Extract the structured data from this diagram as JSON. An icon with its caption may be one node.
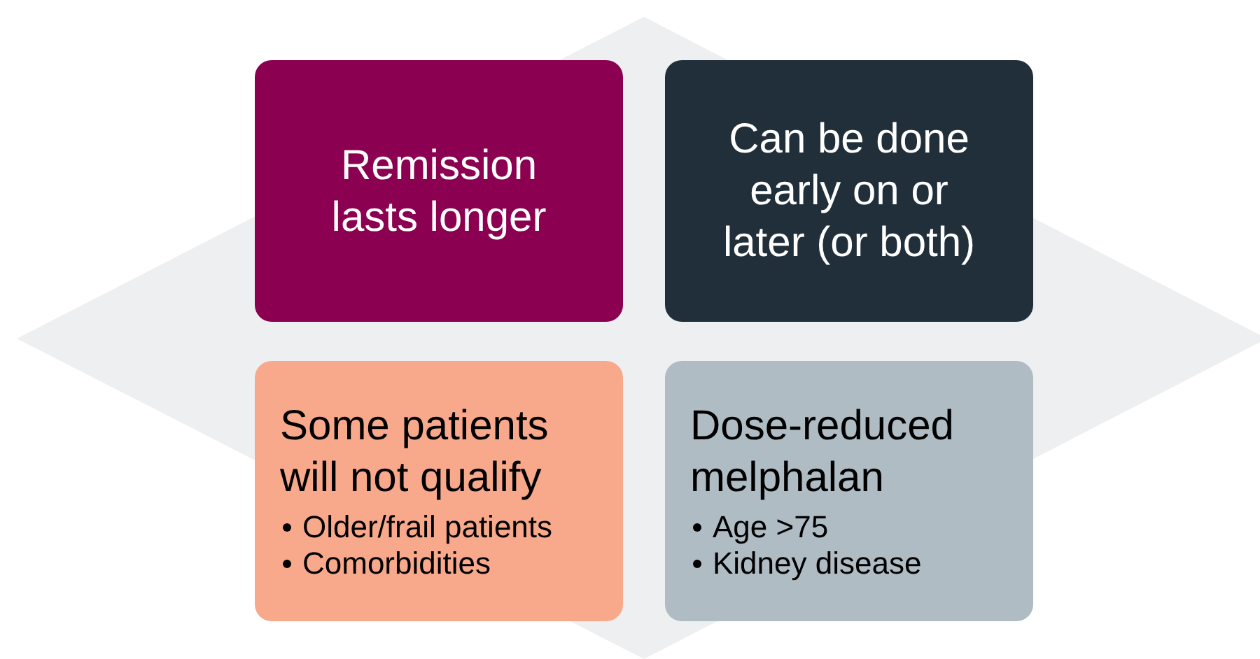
{
  "diagram": {
    "nodes": [
      {
        "text": [
          "Remission lasts longer"
        ]
      },
      {
        "text": [
          "Can be done early on or later (or both)"
        ]
      },
      {
        "text": [
          "Some patients will not qualify",
          "Older/frail patients",
          "Comorbidities"
        ]
      },
      {
        "text": [
          "Dose-reduced melphalan",
          "Age >75",
          "Kidney disease"
        ]
      }
    ],
    "edges": []
  }
}
